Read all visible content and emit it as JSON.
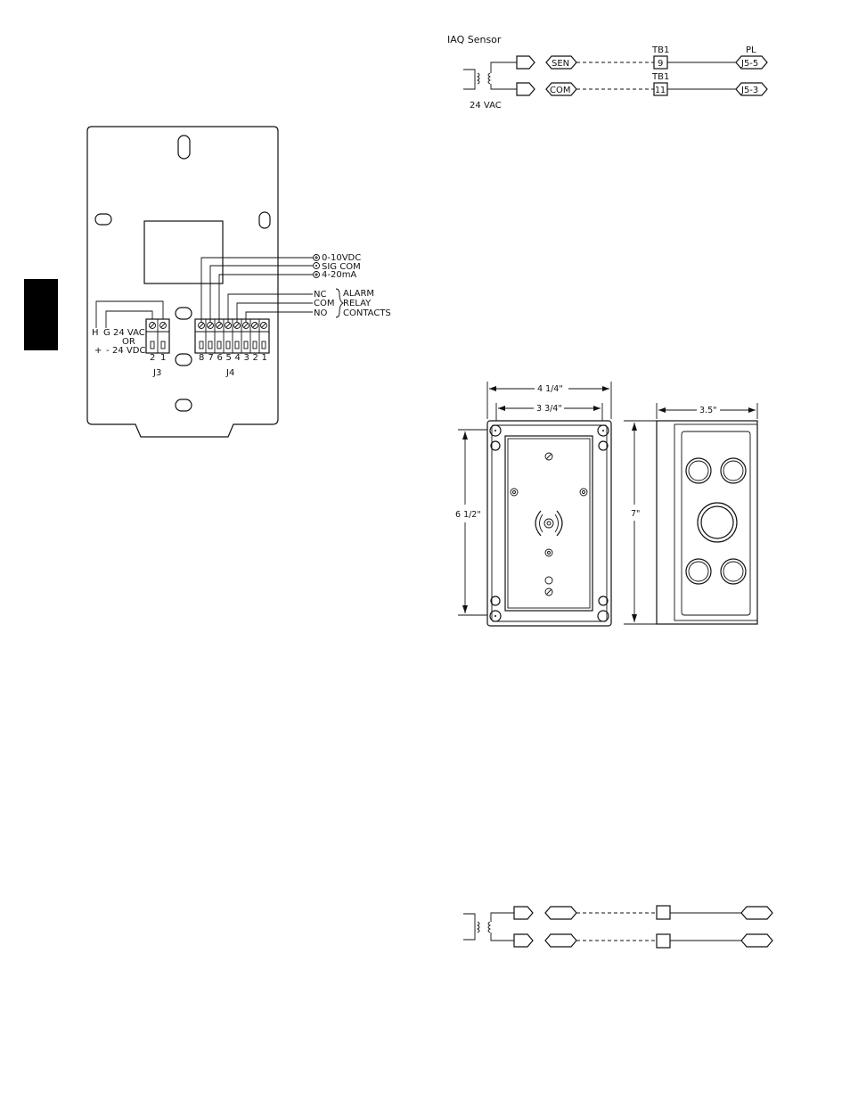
{
  "page": {
    "side_tab_color": "#000000",
    "line_color": "#111111",
    "background": "#ffffff"
  },
  "wiring_top": {
    "title": "IAQ Sensor",
    "supply": "24 VAC",
    "connectors": [
      "SEN",
      "COM"
    ],
    "block_label_1": "TB1",
    "block_label_2": "TB1",
    "terminals": [
      "9",
      "11"
    ],
    "pl_label": "PL",
    "pl_pins": [
      "J5-5",
      "J5-3"
    ]
  },
  "sensor_board": {
    "outputs": [
      "0-10VDC",
      "SIG COM",
      "4-20mA"
    ],
    "relay_terms": [
      "NC",
      "COM",
      "NO"
    ],
    "relay_group": [
      "ALARM",
      "RELAY",
      "CONTACTS"
    ],
    "power_labels": {
      "h": "H",
      "g": "G",
      "vac": "24 VAC",
      "or": "OR",
      "plus": "+",
      "minus": "-",
      "vdc": "24 VDC"
    },
    "j3_pins": [
      "2",
      "1"
    ],
    "j4_pins": [
      "8",
      "7",
      "6",
      "5",
      "4",
      "3",
      "2",
      "1"
    ],
    "j3_label": "J3",
    "j4_label": "J4"
  },
  "dimensions": {
    "overall_width": "4 1/4\"",
    "inner_width": "3 3/4\"",
    "height": "6 1/2\"",
    "side_height": "7\"",
    "depth": "3.5\""
  },
  "wiring_bottom": {
    "connectors": [
      "",
      ""
    ],
    "terminals": [
      "",
      ""
    ]
  }
}
